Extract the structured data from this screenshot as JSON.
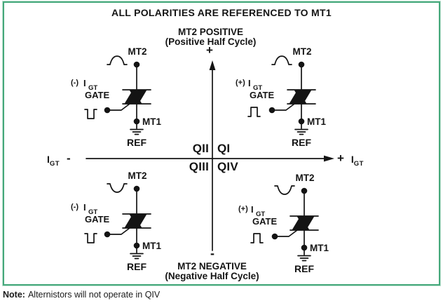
{
  "title": "ALL POLARITIES ARE REFERENCED TO MT1",
  "colors": {
    "border_green": "#45a87b",
    "ink": "#141414"
  },
  "axis": {
    "top": {
      "line1": "MT2 POSITIVE",
      "line2": "(Positive Half Cycle)",
      "sign": "+"
    },
    "bottom": {
      "sign": "-",
      "line1": "MT2 NEGATIVE",
      "line2": "(Negative Half Cycle)"
    },
    "left": {
      "symbol": "I",
      "subscript": "GT",
      "sign": "-"
    },
    "right": {
      "sign": "+",
      "symbol": "I",
      "subscript": "GT"
    },
    "quadrant_labels": {
      "q1": "QI",
      "q2": "QII",
      "q3": "QIII",
      "q4": "QIV"
    }
  },
  "circuits": {
    "q2": {
      "gate_polarity": "(-)",
      "gate_current_symbol": "I",
      "gate_current_subscript": "GT",
      "gate_label": "GATE",
      "top_terminal": "MT2",
      "bottom_terminal": "MT1",
      "reference_label": "REF",
      "mt2_waveform_icon": "positive-half-cycle-icon",
      "gate_pulse_icon": "negative-pulse-icon"
    },
    "q1": {
      "gate_polarity": "(+)",
      "gate_current_symbol": "I",
      "gate_current_subscript": "GT",
      "gate_label": "GATE",
      "top_terminal": "MT2",
      "bottom_terminal": "MT1",
      "reference_label": "REF",
      "mt2_waveform_icon": "positive-half-cycle-icon",
      "gate_pulse_icon": "positive-pulse-icon"
    },
    "q3": {
      "gate_polarity": "(-)",
      "gate_current_symbol": "I",
      "gate_current_subscript": "GT",
      "gate_label": "GATE",
      "top_terminal": "MT2",
      "bottom_terminal": "MT1",
      "reference_label": "REF",
      "mt2_waveform_icon": "negative-half-cycle-icon",
      "gate_pulse_icon": "negative-pulse-icon"
    },
    "q4": {
      "gate_polarity": "(+)",
      "gate_current_symbol": "I",
      "gate_current_subscript": "GT",
      "gate_label": "GATE",
      "top_terminal": "MT2",
      "bottom_terminal": "MT1",
      "reference_label": "REF",
      "mt2_waveform_icon": "negative-half-cycle-icon",
      "gate_pulse_icon": "positive-pulse-icon"
    }
  },
  "note": {
    "label": "Note:",
    "text": "Alternistors will not operate in QIV"
  }
}
